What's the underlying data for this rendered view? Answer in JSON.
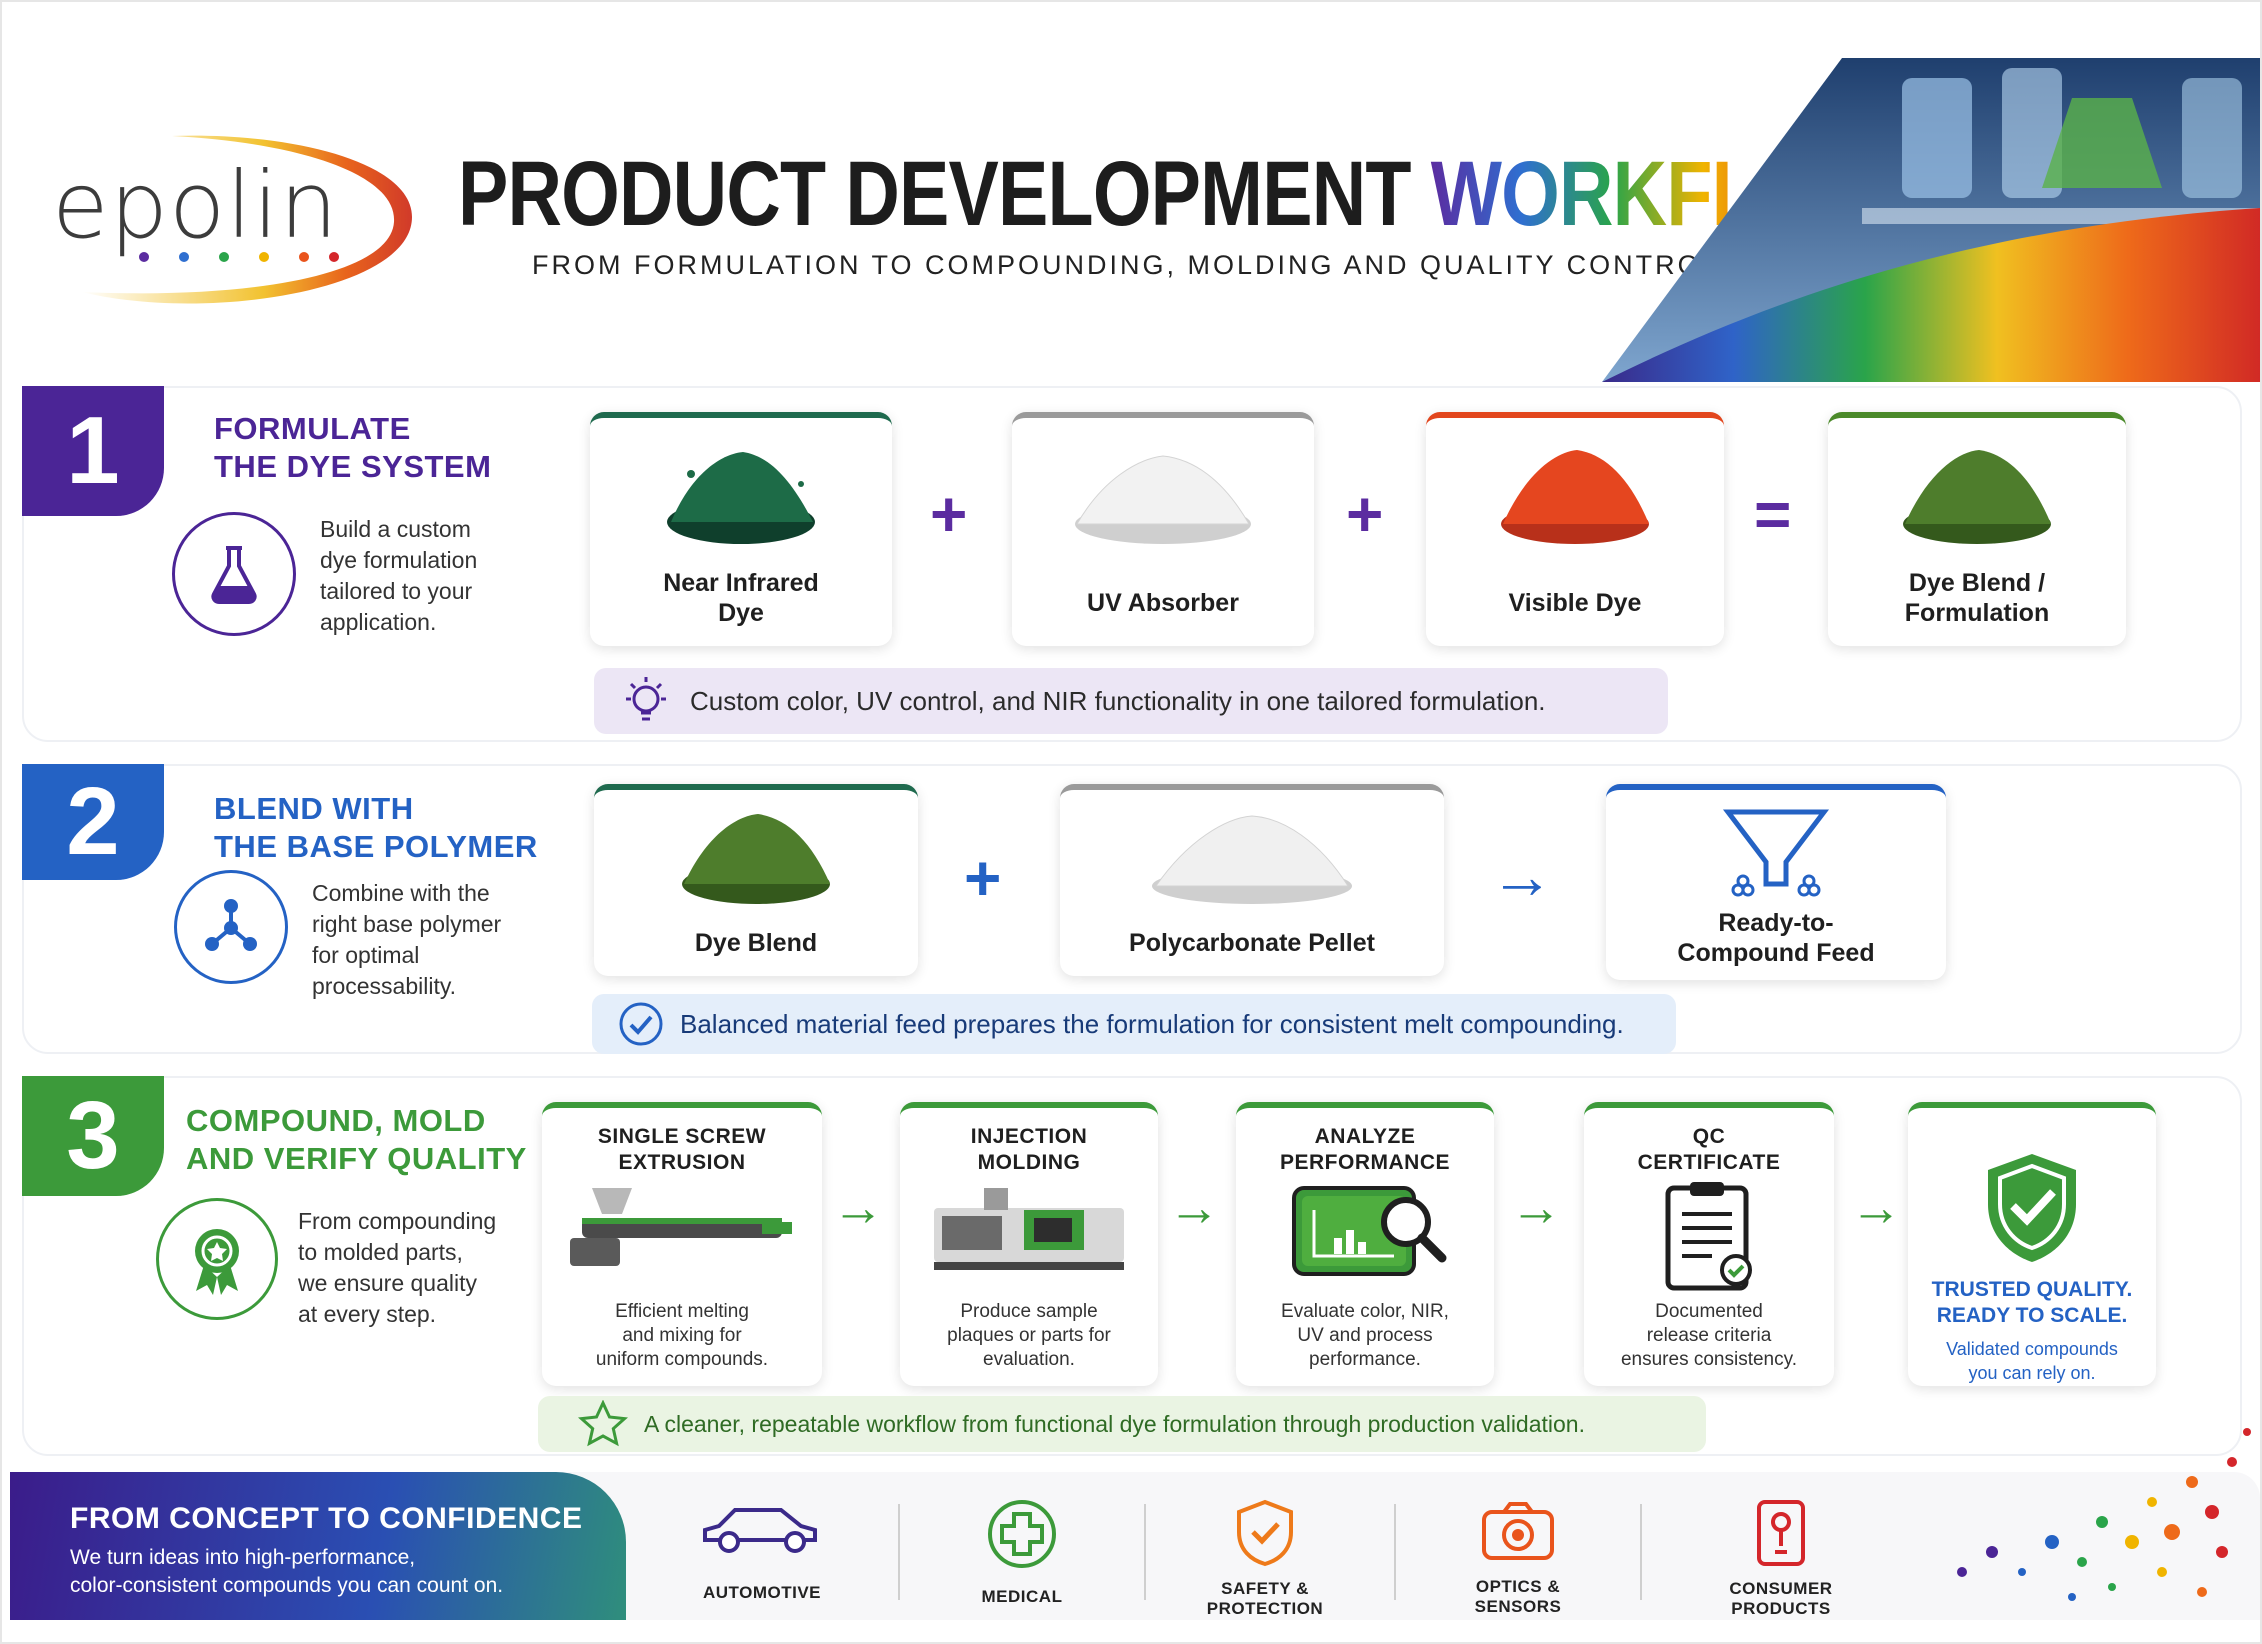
{
  "brand": {
    "name": "epolin"
  },
  "header": {
    "title_main": "PRODUCT DEVELOPMENT ",
    "title_accent": "WORKFLOW",
    "subtitle": "FROM FORMULATION TO COMPOUNDING, MOLDING AND QUALITY CONTROL"
  },
  "step1": {
    "number": "1",
    "title_line1": "FORMULATE",
    "title_line2": "THE DYE SYSTEM",
    "desc": [
      "Build a custom",
      "dye formulation",
      "tailored to your",
      "application."
    ],
    "cards": [
      {
        "label_line1": "Near Infrared",
        "label_line2": "Dye"
      },
      {
        "label_line1": "UV Absorber",
        "label_line2": ""
      },
      {
        "label_line1": "Visible Dye",
        "label_line2": ""
      },
      {
        "label_line1": "Dye Blend /",
        "label_line2": "Formulation"
      }
    ],
    "ops": [
      "+",
      "+",
      "="
    ],
    "banner": "Custom color, UV control, and NIR functionality in one tailored formulation.",
    "color": "#4b2596",
    "card_colors": [
      "#1f6a4e",
      "#9a9a9a",
      "#e2461d",
      "#4b8a2a"
    ]
  },
  "step2": {
    "number": "2",
    "title_line1": "BLEND WITH",
    "title_line2": "THE BASE POLYMER",
    "desc": [
      "Combine with the",
      "right base polymer",
      "for optimal",
      "processability."
    ],
    "cards": [
      {
        "label_line1": "Dye Blend",
        "label_line2": ""
      },
      {
        "label_line1": "Polycarbonate Pellet",
        "label_line2": ""
      },
      {
        "label_line1": "Ready-to-",
        "label_line2": "Compound Feed"
      }
    ],
    "ops": [
      "+",
      "→"
    ],
    "banner": "Balanced material feed prepares the formulation for consistent melt compounding.",
    "color": "#2462c4"
  },
  "step3": {
    "number": "3",
    "title_line1": "COMPOUND, MOLD",
    "title_line2": "AND VERIFY QUALITY",
    "desc": [
      "From compounding",
      "to molded parts,",
      "we ensure quality",
      "at every step."
    ],
    "steps": [
      {
        "h1": "SINGLE SCREW",
        "h2": "EXTRUSION",
        "d": [
          "Efficient melting",
          "and mixing for",
          "uniform compounds."
        ]
      },
      {
        "h1": "INJECTION",
        "h2": "MOLDING",
        "d": [
          "Produce sample",
          "plaques or parts for",
          "evaluation."
        ]
      },
      {
        "h1": "ANALYZE",
        "h2": "PERFORMANCE",
        "d": [
          "Evaluate color, NIR,",
          "UV and process",
          "performance."
        ]
      },
      {
        "h1": "QC",
        "h2": "CERTIFICATE",
        "d": [
          "Documented",
          "release criteria",
          "ensures consistency."
        ]
      }
    ],
    "final": {
      "t1": "TRUSTED QUALITY.",
      "t2": "READY TO SCALE.",
      "d": [
        "Validated compounds",
        "you can rely on."
      ]
    },
    "banner": "A cleaner, repeatable workflow from functional dye formulation through production validation.",
    "color": "#3c9a3a"
  },
  "footer": {
    "title": "FROM CONCEPT TO CONFIDENCE",
    "desc_line1": "We turn ideas into high-performance,",
    "desc_line2": "color-consistent compounds you can count on.",
    "items": [
      {
        "l1": "AUTOMOTIVE",
        "l2": "",
        "icon": "car-icon"
      },
      {
        "l1": "MEDICAL",
        "l2": "",
        "icon": "medical-cross-icon"
      },
      {
        "l1": "SAFETY &",
        "l2": "PROTECTION",
        "icon": "shield-check-icon"
      },
      {
        "l1": "OPTICS &",
        "l2": "SENSORS",
        "icon": "camera-icon"
      },
      {
        "l1": "CONSUMER",
        "l2": "PRODUCTS",
        "icon": "product-tag-icon"
      }
    ]
  }
}
